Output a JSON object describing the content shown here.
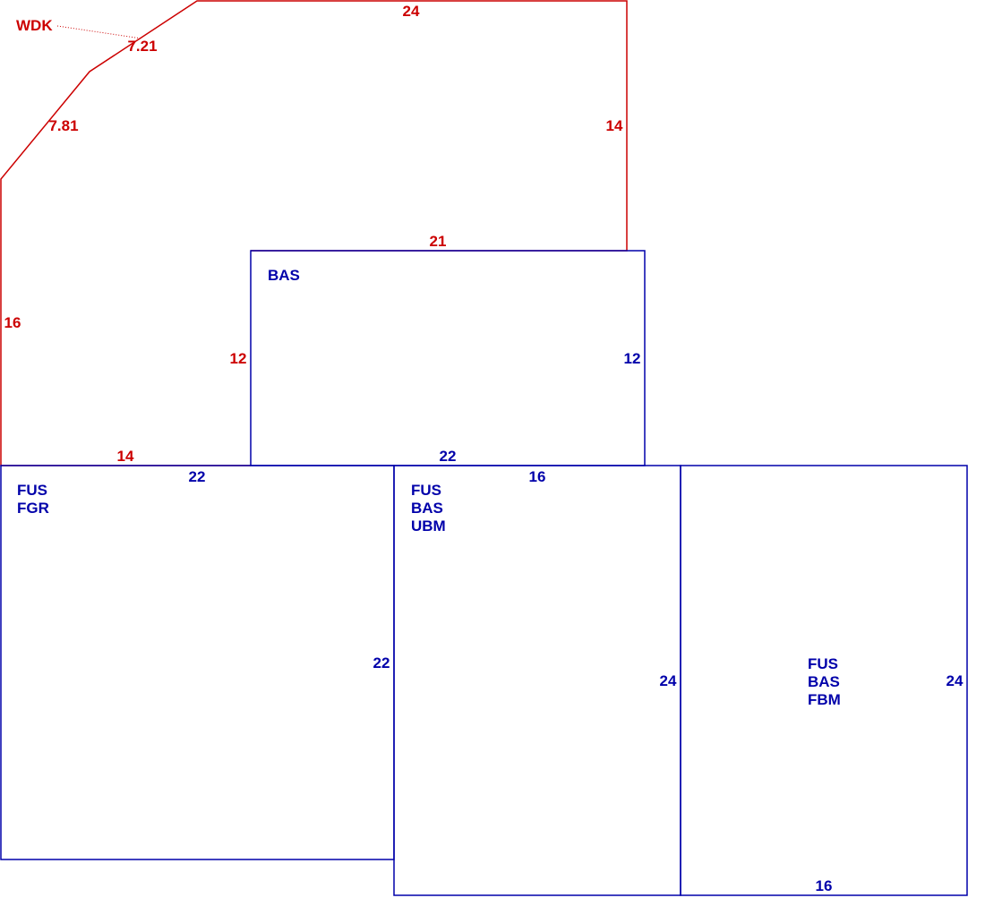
{
  "colors": {
    "deck": "#cc0000",
    "building": "#0000aa",
    "leader": "#cc0000"
  },
  "deck": {
    "code": "WDK",
    "dimensions": {
      "top": "24",
      "diagonal_upper": "7.21",
      "diagonal_lower": "7.81",
      "right": "14",
      "left": "16",
      "inner_top": "21",
      "inner_left": "12",
      "bottom": "14"
    }
  },
  "sections": {
    "bas_upper": {
      "codes": [
        "BAS"
      ],
      "dimensions": {
        "right": "12",
        "bottom": "22"
      }
    },
    "fus_fgr": {
      "codes": [
        "FUS",
        "FGR"
      ],
      "dimensions": {
        "top": "22",
        "right": "22"
      }
    },
    "fus_bas_ubm": {
      "codes": [
        "FUS",
        "BAS",
        "UBM"
      ],
      "dimensions": {
        "top": "16",
        "right": "24"
      }
    },
    "fus_bas_fbm": {
      "codes": [
        "FUS",
        "BAS",
        "FBM"
      ],
      "dimensions": {
        "right": "24",
        "bottom": "16"
      }
    }
  }
}
